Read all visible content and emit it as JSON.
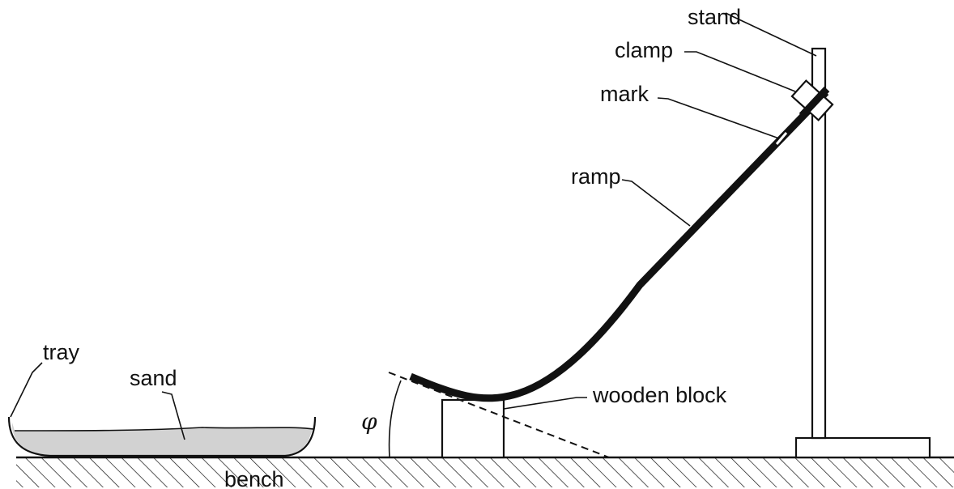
{
  "labels": {
    "stand": "stand",
    "clamp": "clamp",
    "mark": "mark",
    "ramp": "ramp",
    "tray": "tray",
    "sand": "sand",
    "wooden_block": "wooden block",
    "bench": "bench",
    "angle": "φ"
  },
  "colors": {
    "ink": "#111111",
    "sand_fill": "#d2d2d2",
    "background": "#ffffff"
  }
}
